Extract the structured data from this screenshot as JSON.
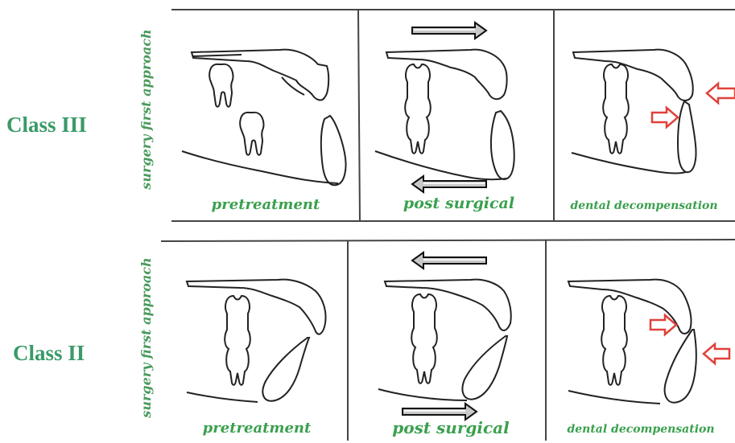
{
  "rows": [
    {
      "class_label": "Class III",
      "vertical_label": "surgery first approach",
      "panels": [
        "pretreatment",
        "post surgical",
        "dental decompensation"
      ]
    },
    {
      "class_label": "Class II",
      "vertical_label": "surgery first approach",
      "panels": [
        "pretreatment",
        "post surgical",
        "dental decompensation"
      ]
    }
  ],
  "colors": {
    "label_green": "#3a9a68",
    "caption_green": "#3aa04e",
    "arrow_red": "#e0413a",
    "line": "#222222"
  }
}
